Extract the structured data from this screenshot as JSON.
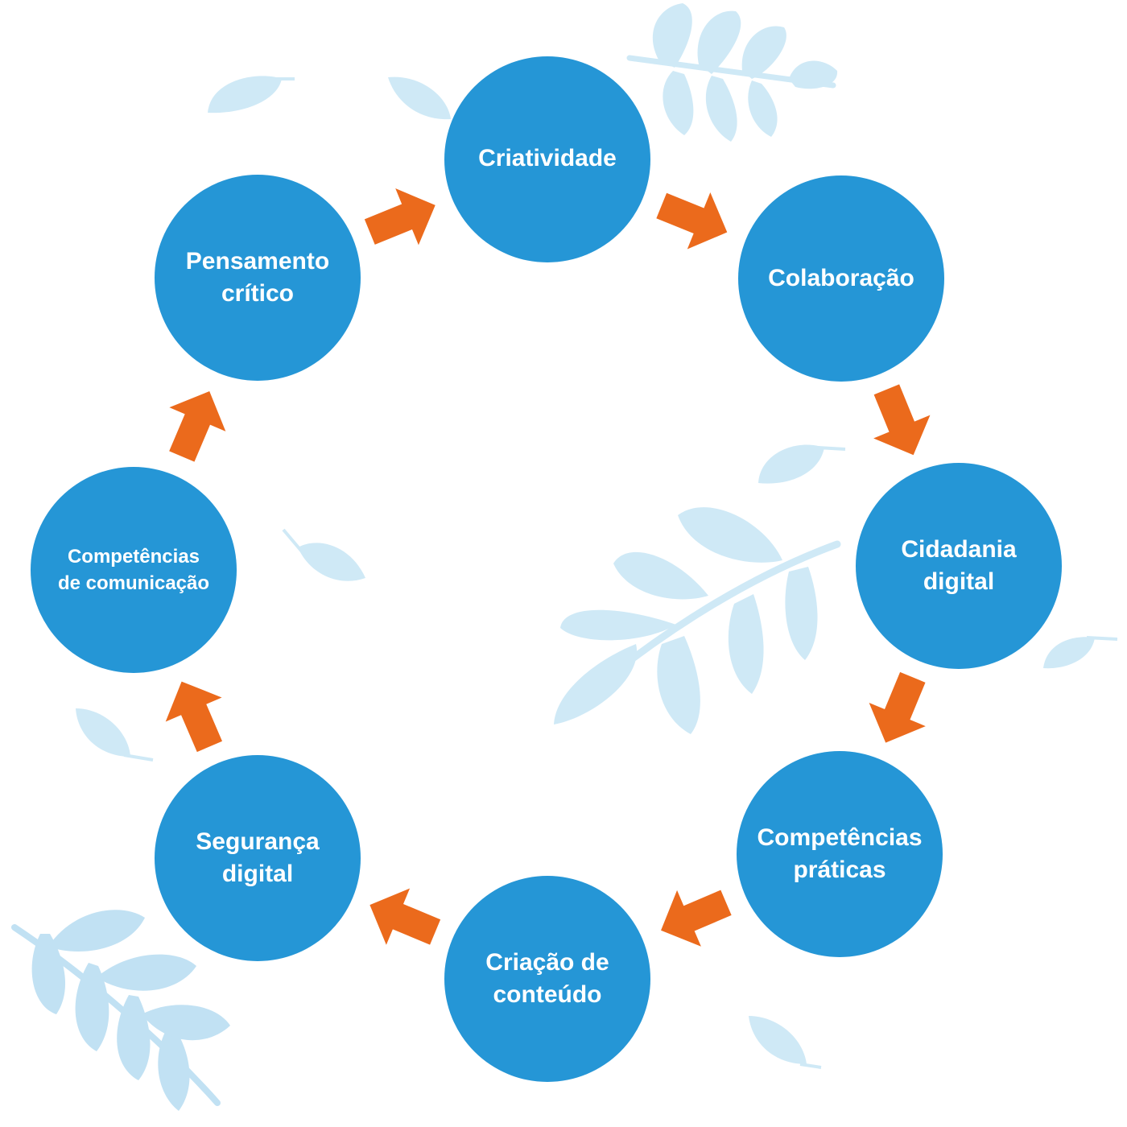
{
  "diagram": {
    "nodes": [
      {
        "id": "criatividade",
        "label": "Criatividade"
      },
      {
        "id": "colaboracao",
        "label": "Colaboração"
      },
      {
        "id": "cidadania",
        "label": "Cidadania\ndigital"
      },
      {
        "id": "praticas",
        "label": "Competências\npráticas"
      },
      {
        "id": "criacao",
        "label": "Criação de\nconteúdo"
      },
      {
        "id": "seguranca",
        "label": "Segurança\ndigital"
      },
      {
        "id": "comunicacao",
        "label": "Competências\nde comunicação"
      },
      {
        "id": "pensamento",
        "label": "Pensamento\ncrítico"
      }
    ],
    "edges": [
      {
        "from": "criatividade",
        "to": "colaboracao"
      },
      {
        "from": "colaboracao",
        "to": "cidadania"
      },
      {
        "from": "cidadania",
        "to": "praticas"
      },
      {
        "from": "praticas",
        "to": "criacao"
      },
      {
        "from": "criacao",
        "to": "seguranca"
      },
      {
        "from": "seguranca",
        "to": "comunicacao"
      },
      {
        "from": "comunicacao",
        "to": "pensamento"
      },
      {
        "from": "pensamento",
        "to": "criatividade"
      }
    ]
  },
  "colors": {
    "node": "#2596d6",
    "node_text": "#ffffff",
    "arrow": "#eb6a1c",
    "leaf": "#cfe9f6",
    "leaf_dark": "#c1e1f3"
  }
}
